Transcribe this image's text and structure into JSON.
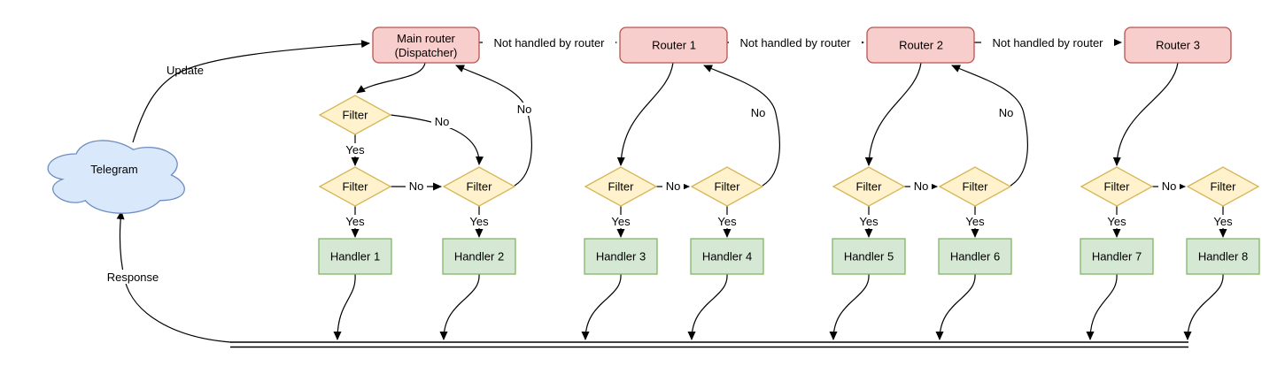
{
  "diagram": {
    "cloud": {
      "label": "Telegram"
    },
    "routers": {
      "main": {
        "line1": "Main router",
        "line2": "(Dispatcher)"
      },
      "router1": "Router 1",
      "router2": "Router 2",
      "router3": "Router 3"
    },
    "filter_label": "Filter",
    "handlers": [
      "Handler 1",
      "Handler 2",
      "Handler 3",
      "Handler 4",
      "Handler 5",
      "Handler 6",
      "Handler 7",
      "Handler 8"
    ],
    "edge_labels": {
      "update": "Update",
      "response": "Response",
      "not_handled": "Not handled by router",
      "yes": "Yes",
      "no": "No"
    },
    "colors": {
      "router_fill": "#f8cecc",
      "router_stroke": "#b85450",
      "filter_fill": "#fff2cc",
      "filter_stroke": "#d6b656",
      "handler_fill": "#d5e8d4",
      "handler_stroke": "#82b366",
      "cloud_fill": "#dae8fc",
      "cloud_stroke": "#6c8ebf",
      "edge": "#000000",
      "label_background": "#ffffff"
    }
  }
}
